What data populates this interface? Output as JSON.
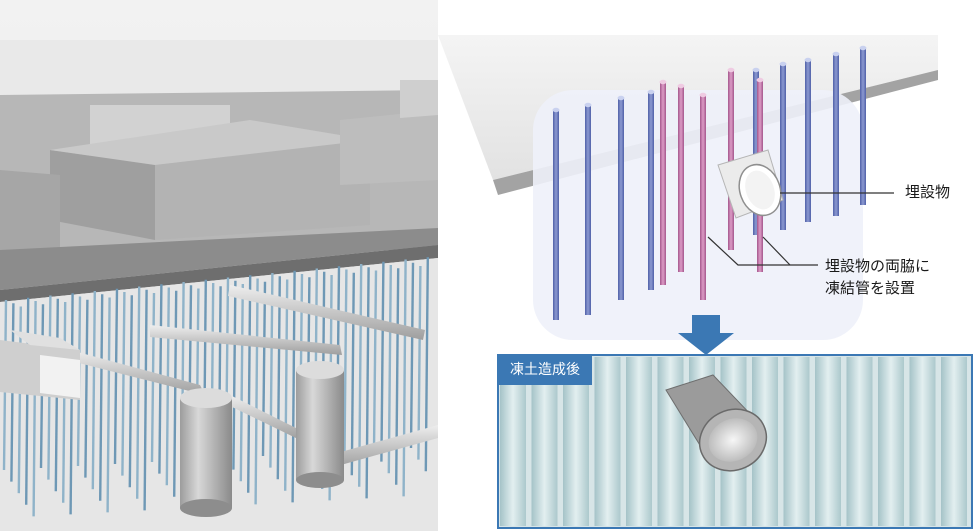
{
  "labels": {
    "buried_object": "埋設物",
    "freeze_pipes_line1": "埋設物の両脇に",
    "freeze_pipes_line2": "凍結管を設置",
    "after_frozen_soil": "凍土造成後"
  },
  "colors": {
    "freeze_pipe_blue": "#6f7fbf",
    "freeze_pipe_pink": "#c47aac",
    "arrow_blue": "#3b78b4",
    "frame_blue": "#3b78b4"
  }
}
